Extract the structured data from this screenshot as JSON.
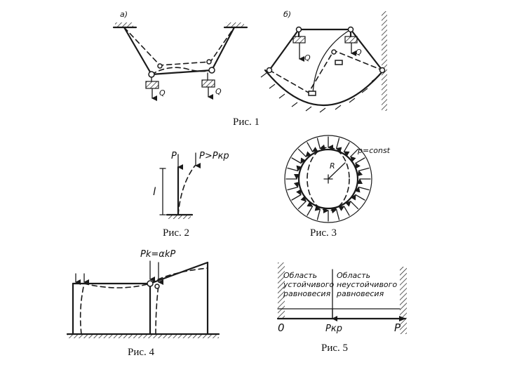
{
  "figures": {
    "fig1": {
      "caption": "Рис. 1",
      "label_a": "а)",
      "label_b": "б)",
      "load_q": "Q"
    },
    "fig2": {
      "caption": "Рис. 2",
      "force": "P",
      "force_crit": "P>Pкр",
      "length": "l"
    },
    "fig3": {
      "caption": "Рис. 3",
      "pressure": "p=const",
      "radius": "R"
    },
    "fig4": {
      "caption": "Рис. 4",
      "force": "Pk=αkP"
    },
    "fig5": {
      "caption": "Рис. 5",
      "region_stable": "Область устойчивого равновесия",
      "region_unstable": "Область неустойчивого равновесия",
      "origin": "0",
      "critical": "Pкр",
      "axis": "P"
    }
  }
}
